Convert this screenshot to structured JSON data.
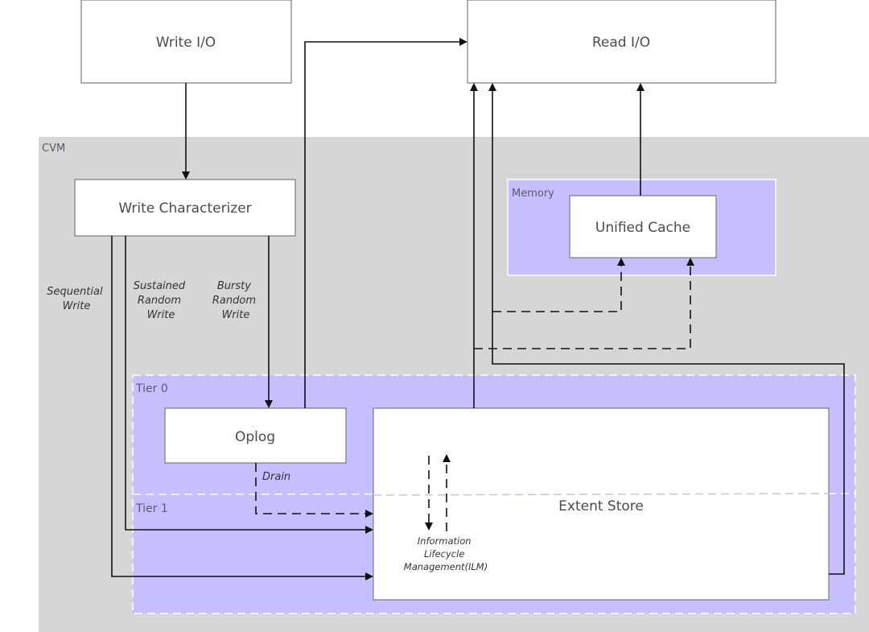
{
  "colors": {
    "cvm_bg": "#d6d6d6",
    "tier_bg": "#c6bfff",
    "memory_bg": "#c6bfff",
    "box_fill": "#ffffff",
    "line": "#111111"
  },
  "nodes": {
    "write_io": "Write I/O",
    "read_io": "Read I/O",
    "write_characterizer": "Write Characterizer",
    "unified_cache": "Unified Cache",
    "oplog": "Oplog",
    "extent_store": "Extent Store"
  },
  "regions": {
    "cvm": "CVM",
    "memory": "Memory",
    "tier0": "Tier 0",
    "tier1": "Tier 1"
  },
  "edge_labels": {
    "sequential": [
      "Sequential",
      "Write"
    ],
    "sustained": [
      "Sustained",
      "Random",
      "Write"
    ],
    "bursty": [
      "Bursty",
      "Random",
      "Write"
    ],
    "drain": "Drain",
    "ilm": [
      "Information",
      "Lifecycle",
      "Management(ILM)"
    ]
  }
}
